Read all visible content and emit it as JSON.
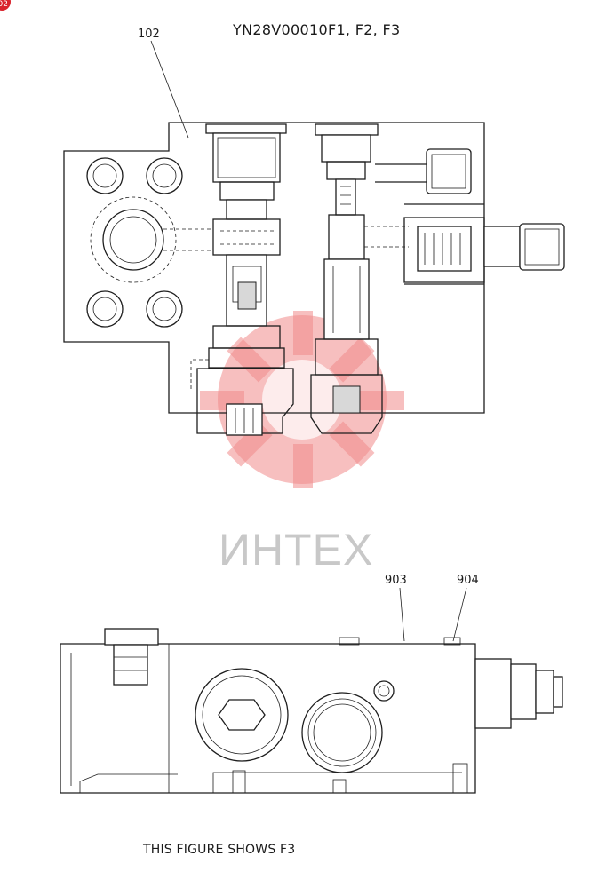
{
  "badge": "02",
  "drawing_number": "YN28V00010F1, F2, F3",
  "callouts": {
    "part_102": "102",
    "part_903": "903",
    "part_904": "904"
  },
  "watermark": "ИНТЕХ",
  "caption": "THIS FIGURE SHOWS  F3",
  "colors": {
    "line": "#1e1e1e",
    "watermark_red": "#f08a8a",
    "watermark_gray": "#c8c8c8",
    "badge_red": "#d9232d"
  }
}
